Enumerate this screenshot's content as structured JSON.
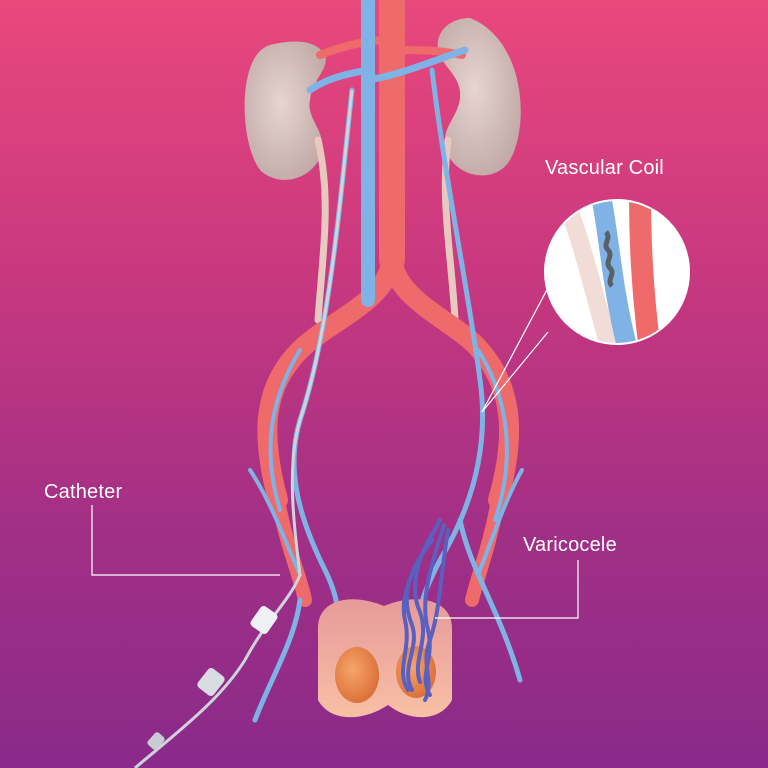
{
  "labels": {
    "vascular_coil": "Vascular Coil",
    "catheter": "Catheter",
    "varicocele": "Varicocele"
  },
  "colors": {
    "background_top": "#e9487c",
    "background_bottom": "#8a2a8a",
    "artery": "#ef6a6a",
    "vein": "#7fb3e6",
    "kidney": "#d9c4bf",
    "testis": "#f0905a",
    "scrotum": "#f4b39b",
    "varicocele_veins": "#5a5fc0",
    "leader_line": "#ffffff"
  }
}
